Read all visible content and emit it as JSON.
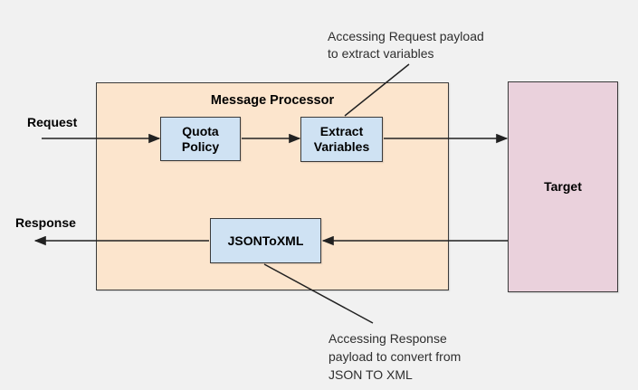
{
  "diagram": {
    "processor": {
      "title": "Message Processor"
    },
    "flow_labels": {
      "request": "Request",
      "response": "Response"
    },
    "nodes": {
      "quota_policy": {
        "lines": [
          "Quota",
          "Policy"
        ]
      },
      "extract_variables": {
        "lines": [
          "Extract",
          "Variables"
        ]
      },
      "json_to_xml": {
        "label": "JSONToXML"
      },
      "target": {
        "label": "Target"
      }
    },
    "annotations": {
      "request_payload": {
        "lines": [
          "Accessing Request payload",
          "to extract variables"
        ]
      },
      "response_payload": {
        "lines": [
          "Accessing Response",
          "payload to convert from",
          "JSON TO XML"
        ]
      }
    },
    "colors": {
      "background": "#f1f1f1",
      "processor_fill": "#fce5cd",
      "policy_fill": "#cfe2f3",
      "target_fill": "#ead1dc",
      "line": "#212121",
      "border": "#3a3a3a",
      "text": "#000000",
      "annotation_text": "#2e2e2e"
    }
  }
}
